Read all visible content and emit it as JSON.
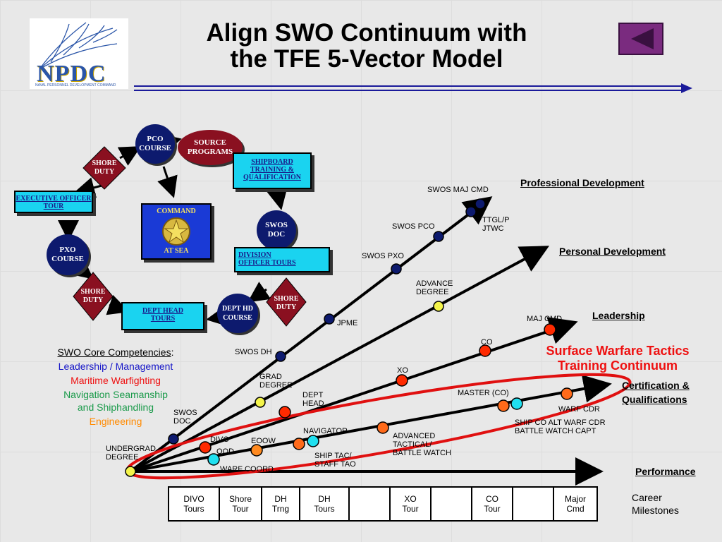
{
  "title_line1": "Align SWO Continuum with",
  "title_line2": "the TFE 5-Vector Model",
  "logo": {
    "text": "NPDC",
    "subtitle": "NAVAL PERSONNEL DEVELOPMENT COMMAND"
  },
  "back_icon": "back-triangle-icon",
  "colors": {
    "accent_purple": "#7a2b7f",
    "box_cyan": "#1ad3f0",
    "oval_navy": "#0d1a6e",
    "oval_maroon": "#8a1020",
    "diamond_maroon": "#8a1020",
    "marker_red": "#ff2a00",
    "marker_orange": "#ff6a1a",
    "marker_cyan": "#20e0f0",
    "marker_yellow": "#f4f44a",
    "marker_navy": "#0d1a6e",
    "ellipse_red": "#e01010"
  },
  "cycle": {
    "pco_course": "PCO COURSE",
    "source_programs": "SOURCE PROGRAMS",
    "shore_duty_top": "SHORE DUTY",
    "executive_officer_tour": "EXECUTIVE OFFICER TOUR",
    "command_at_sea_top": "COMMAND",
    "command_at_sea_bottom": "AT SEA",
    "shipboard_training": "SHIPBOARD TRAINING & QUALIFICATION",
    "swos_doc": "SWOS DOC",
    "pxo_course": "PXO COURSE",
    "division_officer_tours": "DIVISION OFFICER TOURS",
    "shore_duty_left": "SHORE DUTY",
    "shore_duty_right": "SHORE DUTY",
    "dept_hd_course": "DEPT HD COURSE",
    "dept_head_tours": "DEPT HEAD TOURS"
  },
  "vectors": {
    "professional": "Professional Development",
    "personal": "Personal Development",
    "leadership": "Leadership",
    "certification_1": "Certification &",
    "certification_2": "Qualifications",
    "performance": "Performance"
  },
  "continuum_title_1": "Surface Warfare Tactics",
  "continuum_title_2": "Training Continuum",
  "competencies": {
    "heading": "SWO Core Competencies",
    "heading_colon": ":",
    "leadership": "Leadership / Management",
    "maritime": "Maritime Warfighting",
    "navigation_1": "Navigation Seamanship",
    "navigation_2": "and Shiphandling",
    "engineering": "Engineering"
  },
  "points": {
    "undergrad": "UNDERGRAD DEGREE",
    "swos_doc": "SWOS DOC",
    "swos_dh": "SWOS DH",
    "jpme": "JPME",
    "swos_pxo": "SWOS PXO",
    "swos_pco": "SWOS PCO",
    "swos_maj_cmd": "SWOS MAJ CMD",
    "ttgl": "TTGL/P JTWC",
    "grad_degree": "GRAD DEGREE",
    "advance_degree": "ADVANCE DEGREE",
    "divo": "DIVO",
    "dept_head": "DEPT HEAD",
    "xo": "XO",
    "co": "CO",
    "maj_cmd": "MAJ CMD",
    "ood": "OOD",
    "eoow": "EOOW",
    "navigator": "NAVIGATOR",
    "advanced_tactical": "ADVANCED TACTICAL/ BATTLE WATCH",
    "master_co": "MASTER (CO)",
    "warf_cdr": "WARF CDR",
    "ship_co": "SHIP CO ALT WARF CDR BATTLE WATCH CAPT",
    "warf_coord": "WARF COORD",
    "ship_tac": "SHIP TAC/ STAFF TAO"
  },
  "milestones": {
    "cells": [
      "DIVO Tours",
      "Shore Tour",
      "DH Trng",
      "DH Tours",
      "",
      "XO Tour",
      "",
      "CO Tour",
      "",
      "Major Cmd"
    ],
    "label_1": "Career",
    "label_2": "Milestones"
  }
}
